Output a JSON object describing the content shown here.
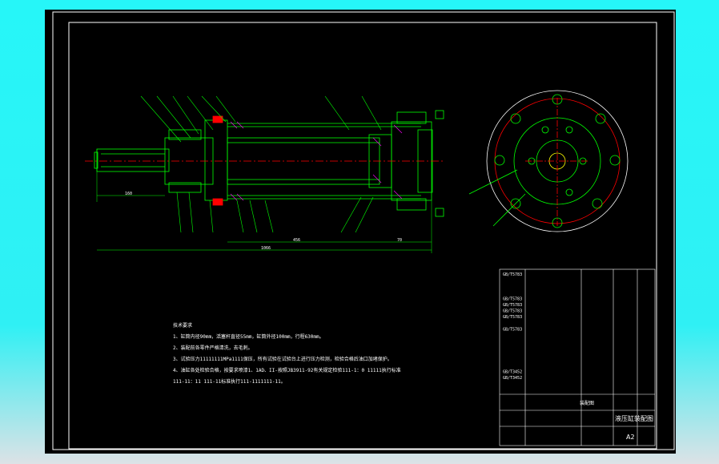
{
  "app": {
    "canvas_bg": "#000000",
    "frame_color": "#ffffff",
    "geom_color": "#00ff00",
    "aux_color": "#ff0000",
    "hatch_color": "#ff00ff",
    "accent_color": "#ffff00"
  },
  "drawing": {
    "dims": {
      "left": "160",
      "middle": "456",
      "right": "70",
      "total": "1066"
    },
    "notes": {
      "title": "技术要求",
      "line1": "1、缸筒内径90mm，活塞杆直径55mm，缸筒外径100mm，行程630mm。",
      "line2": "2、装配前各零件严格清洗，去毛刺。",
      "line3": "3、试验压力11111111MPa1111保压，所有试验在试验台上进行压力检测，检验合格后油口加堵保护。",
      "line4": "4、油缸各处检验合格，按要求喷漆1、1AD、II-按照JB3911-92有关规定检验111-1：0 11111执行标准",
      "line5": "111-11：11 111-11标准执行111-1111111-11。"
    },
    "title_block": {
      "title": "液压缸装配图",
      "subtitle": "装配图",
      "sheet": "A2",
      "rows": [
        "GB/T5783",
        "",
        "",
        "",
        "GB/T5783",
        "GB/T5783",
        "GB/T5783",
        "GB/T5783",
        "",
        "GB/T5783",
        "",
        "",
        "",
        "",
        "",
        "",
        "GB/T3452",
        "GB/T3452",
        "",
        ""
      ]
    }
  }
}
